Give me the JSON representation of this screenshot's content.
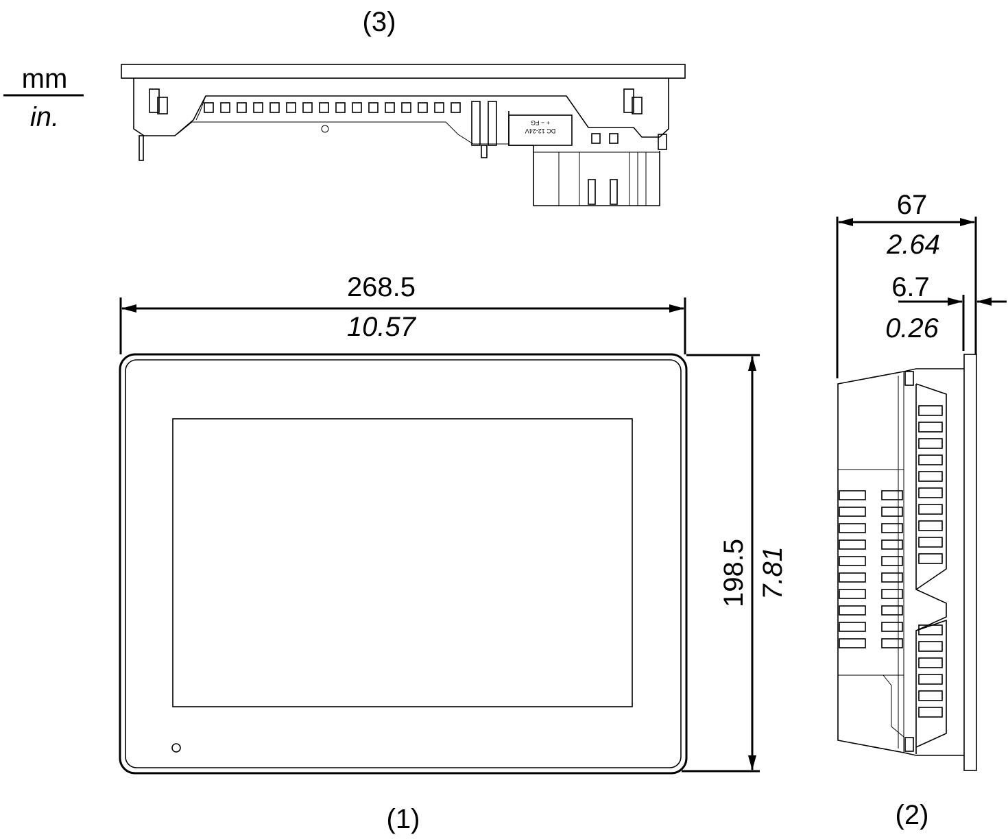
{
  "units": {
    "primary": "mm",
    "secondary": "in."
  },
  "views": {
    "top": {
      "label": "(3)"
    },
    "front": {
      "label": "(1)"
    },
    "side": {
      "label": "(2)"
    }
  },
  "dimensions": {
    "width": {
      "mm": "268.5",
      "in": "10.57"
    },
    "height": {
      "mm": "198.5",
      "in": "7.81"
    },
    "depth": {
      "mm": "67",
      "in": "2.64"
    },
    "bezel_depth": {
      "mm": "6.7",
      "in": "0.26"
    }
  },
  "connector_marking": {
    "voltage": "DC 12-24V",
    "polarity": "+ − FG"
  }
}
